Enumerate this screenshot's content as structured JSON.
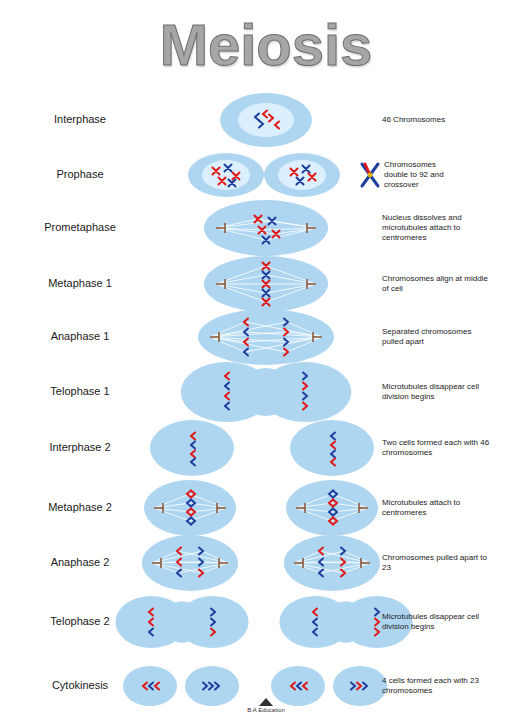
{
  "diagram": {
    "title": "Meiosis",
    "labels": [
      "Interphase",
      "46 Chromosomes",
      "Prophase",
      "Chromosomes double to 92 and crossover",
      "Prometaphase",
      "Nucleus dissolves and microtubules attach to centromeres",
      "Metaphase 1",
      "Chromosomes align at middle of cell",
      "Anaphase 1",
      "Separated chromosomes pulled apart",
      "Telophase 1",
      "Microtubules disappear cell division begins",
      "Interphase 2",
      "Two cells formed each with 46 chromosomes",
      "Metaphase 2",
      "Microtubules attach to centromeres",
      "Anaphase 2",
      "Chromosomes pulled apart to 23",
      "Telophase 2",
      "Microtubules disappear cell division begins",
      "Cytokinesis",
      "4 cells formed each with 23 chromosomes",
      "B.A Education"
    ]
  }
}
